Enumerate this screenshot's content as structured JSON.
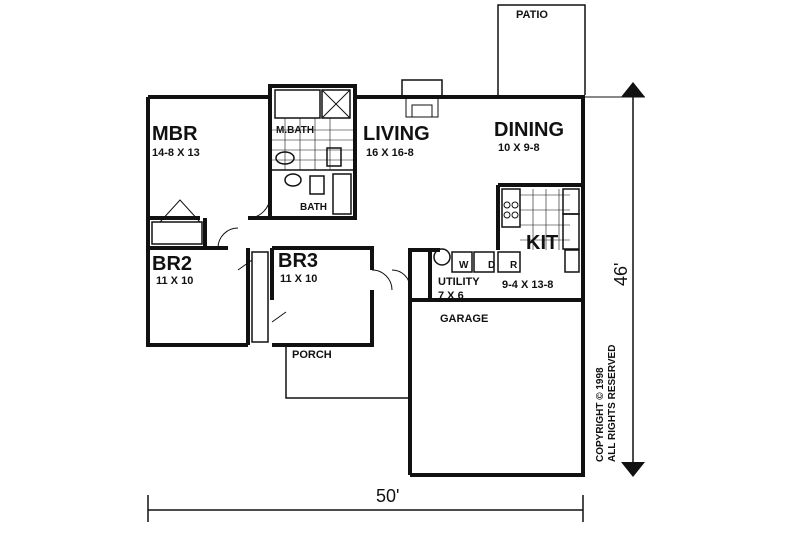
{
  "rooms": {
    "mbr": {
      "name": "MBR",
      "size": "14-8 X 13"
    },
    "living": {
      "name": "LIVING",
      "size": "16 X 16-8"
    },
    "dining": {
      "name": "DINING",
      "size": "10 X 9-8"
    },
    "kit": {
      "name": "KIT",
      "size": "9-4 X 13-8"
    },
    "br2": {
      "name": "BR2",
      "size": "11 X 10"
    },
    "br3": {
      "name": "BR3",
      "size": "11 X 10"
    },
    "utility": {
      "name": "UTILITY",
      "size": "7 X 6"
    },
    "garage": {
      "name": "GARAGE"
    },
    "porch": {
      "name": "PORCH"
    },
    "patio": {
      "name": "PATIO"
    },
    "mbath": {
      "name": "M.BATH"
    },
    "bath": {
      "name": "BATH"
    }
  },
  "appliances": {
    "washer": "W",
    "dryer": "D",
    "refrigerator": "R"
  },
  "dimensions": {
    "width": "50'",
    "depth": "46'"
  },
  "copyright": {
    "line1": "COPYRIGHT © 1998",
    "line2": "ALL RIGHTS RESERVED"
  }
}
